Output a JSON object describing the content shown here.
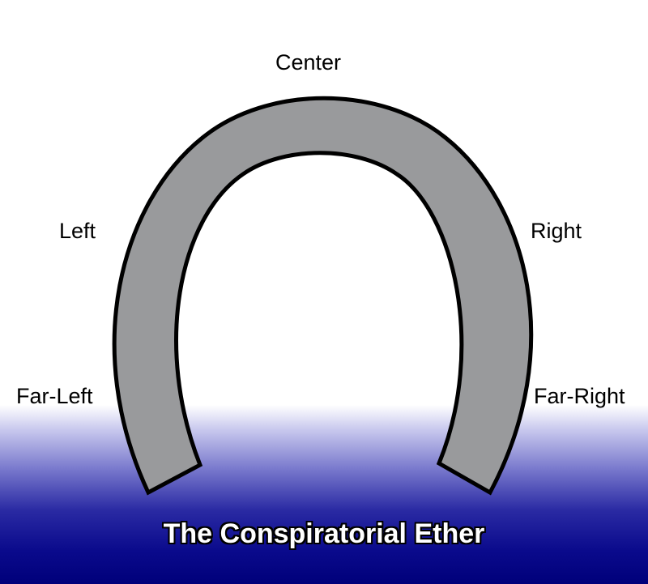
{
  "labels": {
    "center": "Center",
    "left": "Left",
    "right": "Right",
    "far_left": "Far-Left",
    "far_right": "Far-Right"
  },
  "footer": {
    "title": "The Conspiratorial Ether"
  },
  "colors": {
    "horseshoe_fill": "#999a9c",
    "horseshoe_stroke": "#000000",
    "gradient_bottom": "#00007a",
    "label_text": "#000000",
    "title_text": "#ffffff"
  }
}
